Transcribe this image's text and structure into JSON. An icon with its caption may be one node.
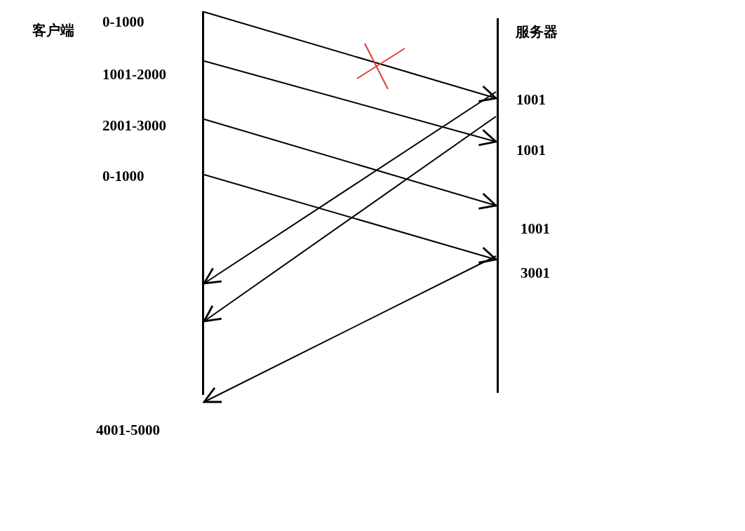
{
  "diagram": {
    "nodes": [
      {
        "text": [],
        "shape": "bar"
      },
      {
        "text": [],
        "shape": "bar"
      }
    ],
    "edges": [
      {
        "from": 0,
        "to": 1,
        "arrow": "to"
      },
      {
        "from": 0,
        "to": 1,
        "arrow": "to"
      },
      {
        "from": 0,
        "to": 1,
        "arrow": "to"
      },
      {
        "from": 0,
        "to": 1,
        "arrow": "to"
      },
      {
        "from": 1,
        "to": 0,
        "arrow": "to"
      },
      {
        "from": 1,
        "to": 0,
        "arrow": "to"
      },
      {
        "from": 1,
        "to": 0,
        "arrow": "to"
      }
    ],
    "labels": [
      "客户端",
      "0-1000",
      "服务器",
      "1001-2000",
      "1001",
      "2001-3000",
      "1001",
      "0-1000",
      "1001",
      "3001",
      "4001-5000"
    ]
  }
}
